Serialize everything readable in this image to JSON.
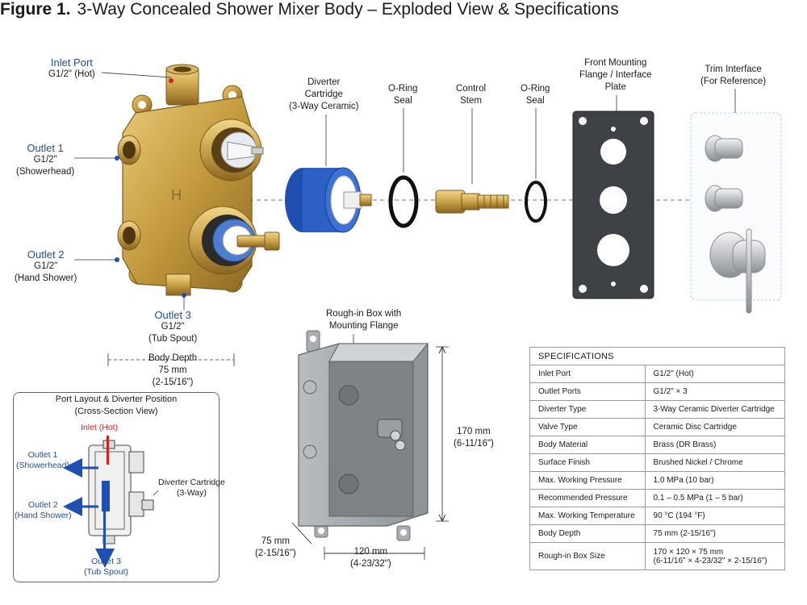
{
  "figure": {
    "number": "Figure 1.",
    "title": "3-Way Concealed Shower Mixer Body – Exploded View & Specifications"
  },
  "labels": {
    "inlet_port": {
      "name": "Inlet Port",
      "spec": "G1/2\" (Hot)"
    },
    "outlet1": {
      "name": "Outlet 1",
      "spec": "G1/2\"",
      "use": "(Showerhead)"
    },
    "outlet2": {
      "name": "Outlet 2",
      "spec": "G1/2\"",
      "use": "(Hand Shower)"
    },
    "outlet3": {
      "name": "Outlet 3",
      "spec": "G1/2\"",
      "use": "(Tub Spout)"
    },
    "diverter_cartridge": [
      "Diverter",
      "Cartridge",
      "(3-Way Ceramic)"
    ],
    "oring1": [
      "O-Ring",
      "Seal"
    ],
    "control_stem": [
      "Control",
      "Stem"
    ],
    "oring2": [
      "O-Ring",
      "Seal"
    ],
    "front_flange": [
      "Front Mounting",
      "Flange / Interface",
      "Plate"
    ],
    "trim_interface": [
      "Trim Interface",
      "(For Reference)"
    ],
    "rough_in_box": [
      "Rough-in Box with",
      "Mounting Flange"
    ],
    "body_depth": [
      "Body Depth",
      "75 mm",
      "(2-15/16\")"
    ],
    "box_height": [
      "170 mm",
      "(6-11/16\")"
    ],
    "box_depth": [
      "75 mm",
      "(2-15/16\")"
    ],
    "box_width": [
      "120 mm",
      "(4-23/32\")"
    ]
  },
  "cross_section": {
    "title": [
      "Port Layout & Diverter Position",
      "(Cross-Section View)"
    ],
    "inlet": "Inlet (Hot)",
    "outlet1": [
      "Outlet 1",
      "(Showerhead)"
    ],
    "outlet2": [
      "Outlet 2",
      "(Hand Shower)"
    ],
    "outlet3": [
      "Outlet 3",
      "(Tub Spout)"
    ],
    "cartridge": [
      "Diverter Cartridge",
      "(3-Way)"
    ]
  },
  "specifications": {
    "header": "SPECIFICATIONS",
    "rows": [
      {
        "label": "Inlet Port",
        "value": "G1/2\" (Hot)"
      },
      {
        "label": "Outlet Ports",
        "value": "G1/2\" × 3"
      },
      {
        "label": "Diverter Type",
        "value": "3-Way Ceramic Diverter Cartridge"
      },
      {
        "label": "Valve Type",
        "value": "Ceramic Disc Cartridge"
      },
      {
        "label": "Body Material",
        "value": "Brass (DR Brass)"
      },
      {
        "label": "Surface Finish",
        "value": "Brushed Nickel / Chrome"
      },
      {
        "label": "Max. Working Pressure",
        "value": "1.0 MPa (10 bar)"
      },
      {
        "label": "Recommended Pressure",
        "value": "0.1 – 0.5 MPa (1 – 5 bar)"
      },
      {
        "label": "Max. Working Temperature",
        "value": "90 °C  (194 °F)"
      },
      {
        "label": "Body Depth",
        "value": "75 mm (2-15/16\")"
      },
      {
        "label": "Rough-in Box Size",
        "value": "170 × 120 × 75 mm",
        "value2": "(6-11/16\" × 4-23/32\" × 2-15/16\")"
      }
    ]
  },
  "colors": {
    "brass": "#c9a24a",
    "label_blue": "#1f4fa0",
    "cartridge_blue": "#1f4fb0",
    "inlet_red": "#d42020",
    "flange": "#3e4247",
    "box_gray": "#9ea3a8"
  }
}
